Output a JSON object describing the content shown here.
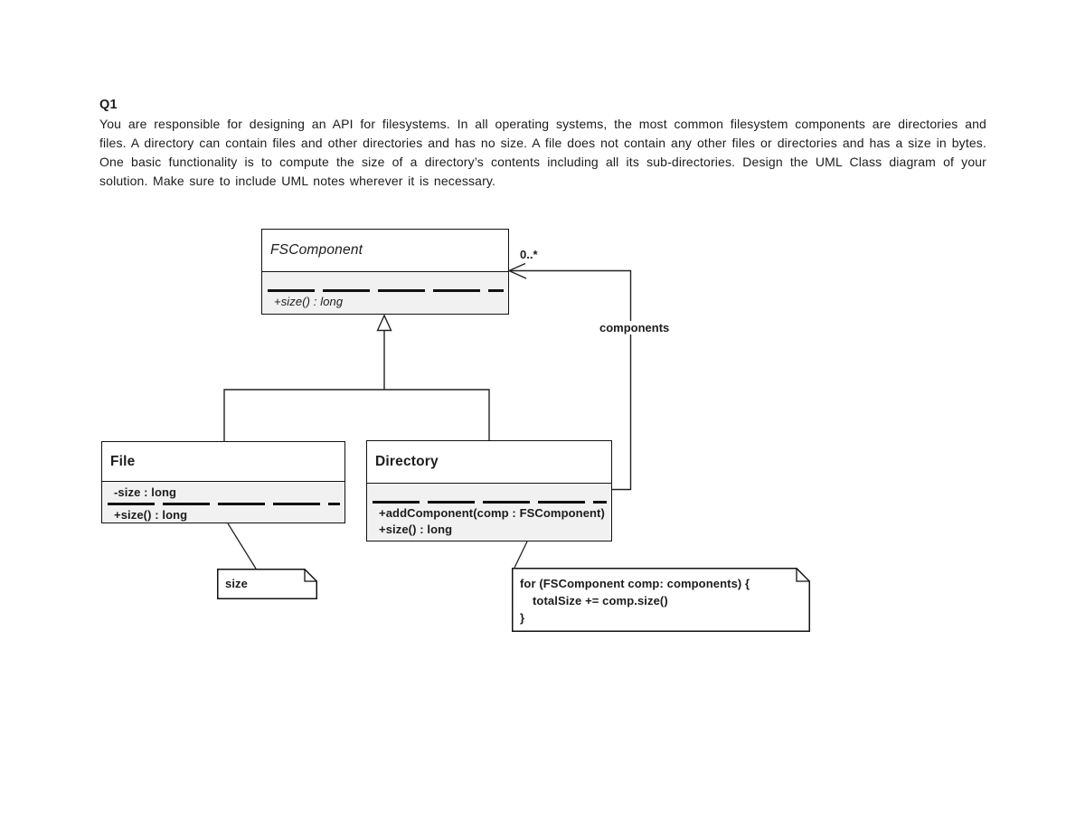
{
  "question": {
    "number": "Q1",
    "lines": [
      "You are responsible for designing an API for filesystems. In all operating systems, the most common filesystem components are directories and",
      "files. A directory can contain files and other directories and has no size. A file does not contain any other files or directories and has a size in bytes.",
      "One basic functionality is to compute the size of a directory’s contents including all its sub-directories. Design the UML Class diagram of your",
      "solution. Make sure to include UML notes wherever it is necessary."
    ]
  },
  "diagram": {
    "fscomponent": {
      "name": "FSComponent",
      "operation": "+size() : long"
    },
    "file": {
      "name": "File",
      "attribute": "-size : long",
      "operation": "+size() : long"
    },
    "directory": {
      "name": "Directory",
      "operation1": "+addComponent(comp : FSComponent)",
      "operation2": "+size() : long"
    },
    "association": {
      "multiplicity": "0..*",
      "role": "components"
    },
    "size_note": {
      "text": "size"
    },
    "loop_note": {
      "line1": "for (FSComponent comp: components) {",
      "line2": "totalSize += comp.size()",
      "line3": "}"
    }
  },
  "colors": {
    "box_fill": "#f1f1f1",
    "header_fill": "#ffffff",
    "stroke": "#111111"
  }
}
